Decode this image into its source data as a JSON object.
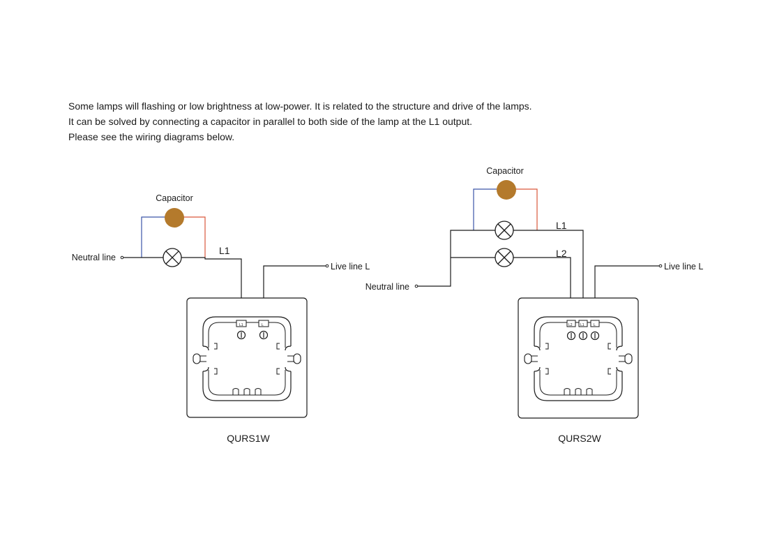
{
  "intro": {
    "line1": "Some lamps will flashing or low brightness at low-power. It is related to the structure and drive of the lamps.",
    "line2": "It can be solved by connecting a capacitor in parallel to both side of the lamp at the L1 output.",
    "line3": "Please see the wiring diagrams below."
  },
  "left_diagram": {
    "capacitor_label": "Capacitor",
    "neutral_label": "Neutral line",
    "live_label": "Live line L",
    "l1_label": "L1",
    "model": "QURS1W",
    "terminal_labels": [
      "L1",
      "L"
    ]
  },
  "right_diagram": {
    "capacitor_label": "Capacitor",
    "neutral_label": "Neutral line",
    "live_label": "Live line L",
    "l1_label": "L1",
    "l2_label": "L2",
    "model": "QURS2W",
    "terminal_labels": [
      "L2",
      "L1",
      "L"
    ]
  },
  "colors": {
    "capacitor": "#b47a2c",
    "capacitor_wire_left": "#3b55a8",
    "capacitor_wire_right": "#d9583b",
    "line": "#1a1a1a"
  }
}
